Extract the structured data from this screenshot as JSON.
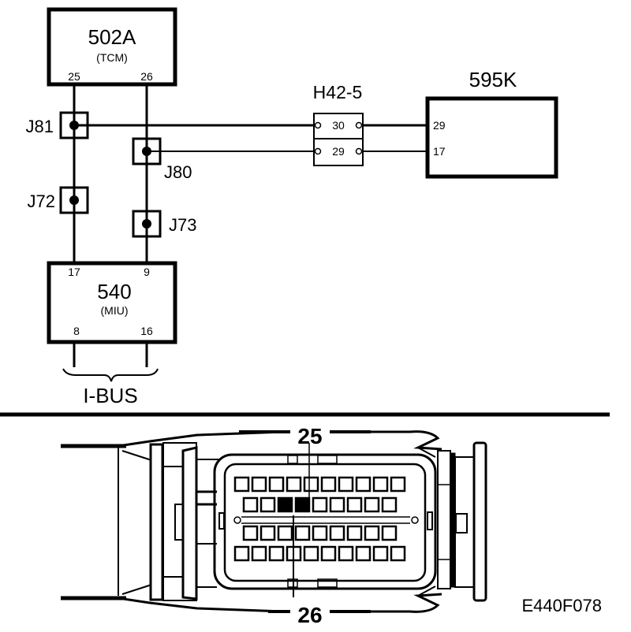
{
  "figure_id": "E440F078",
  "components": {
    "tcm": {
      "id": "502A",
      "name": "(TCM)",
      "pins": [
        "25",
        "26"
      ]
    },
    "miu": {
      "id": "540",
      "name": "(MIU)",
      "pins_top": [
        "17",
        "9"
      ],
      "pins_bottom": [
        "8",
        "16"
      ]
    },
    "module_595k": {
      "id": "595K",
      "pins": [
        "29",
        "17"
      ]
    },
    "connector_h42": {
      "id": "H42-5",
      "pins": [
        "30",
        "29"
      ]
    }
  },
  "splices": [
    "J81",
    "J80",
    "J72",
    "J73"
  ],
  "bus_label": "I-BUS",
  "connector_view": {
    "callouts": [
      "25",
      "26"
    ],
    "highlighted_pins": [
      "25",
      "26"
    ]
  },
  "colors": {
    "line": "#000000",
    "background": "#ffffff"
  }
}
